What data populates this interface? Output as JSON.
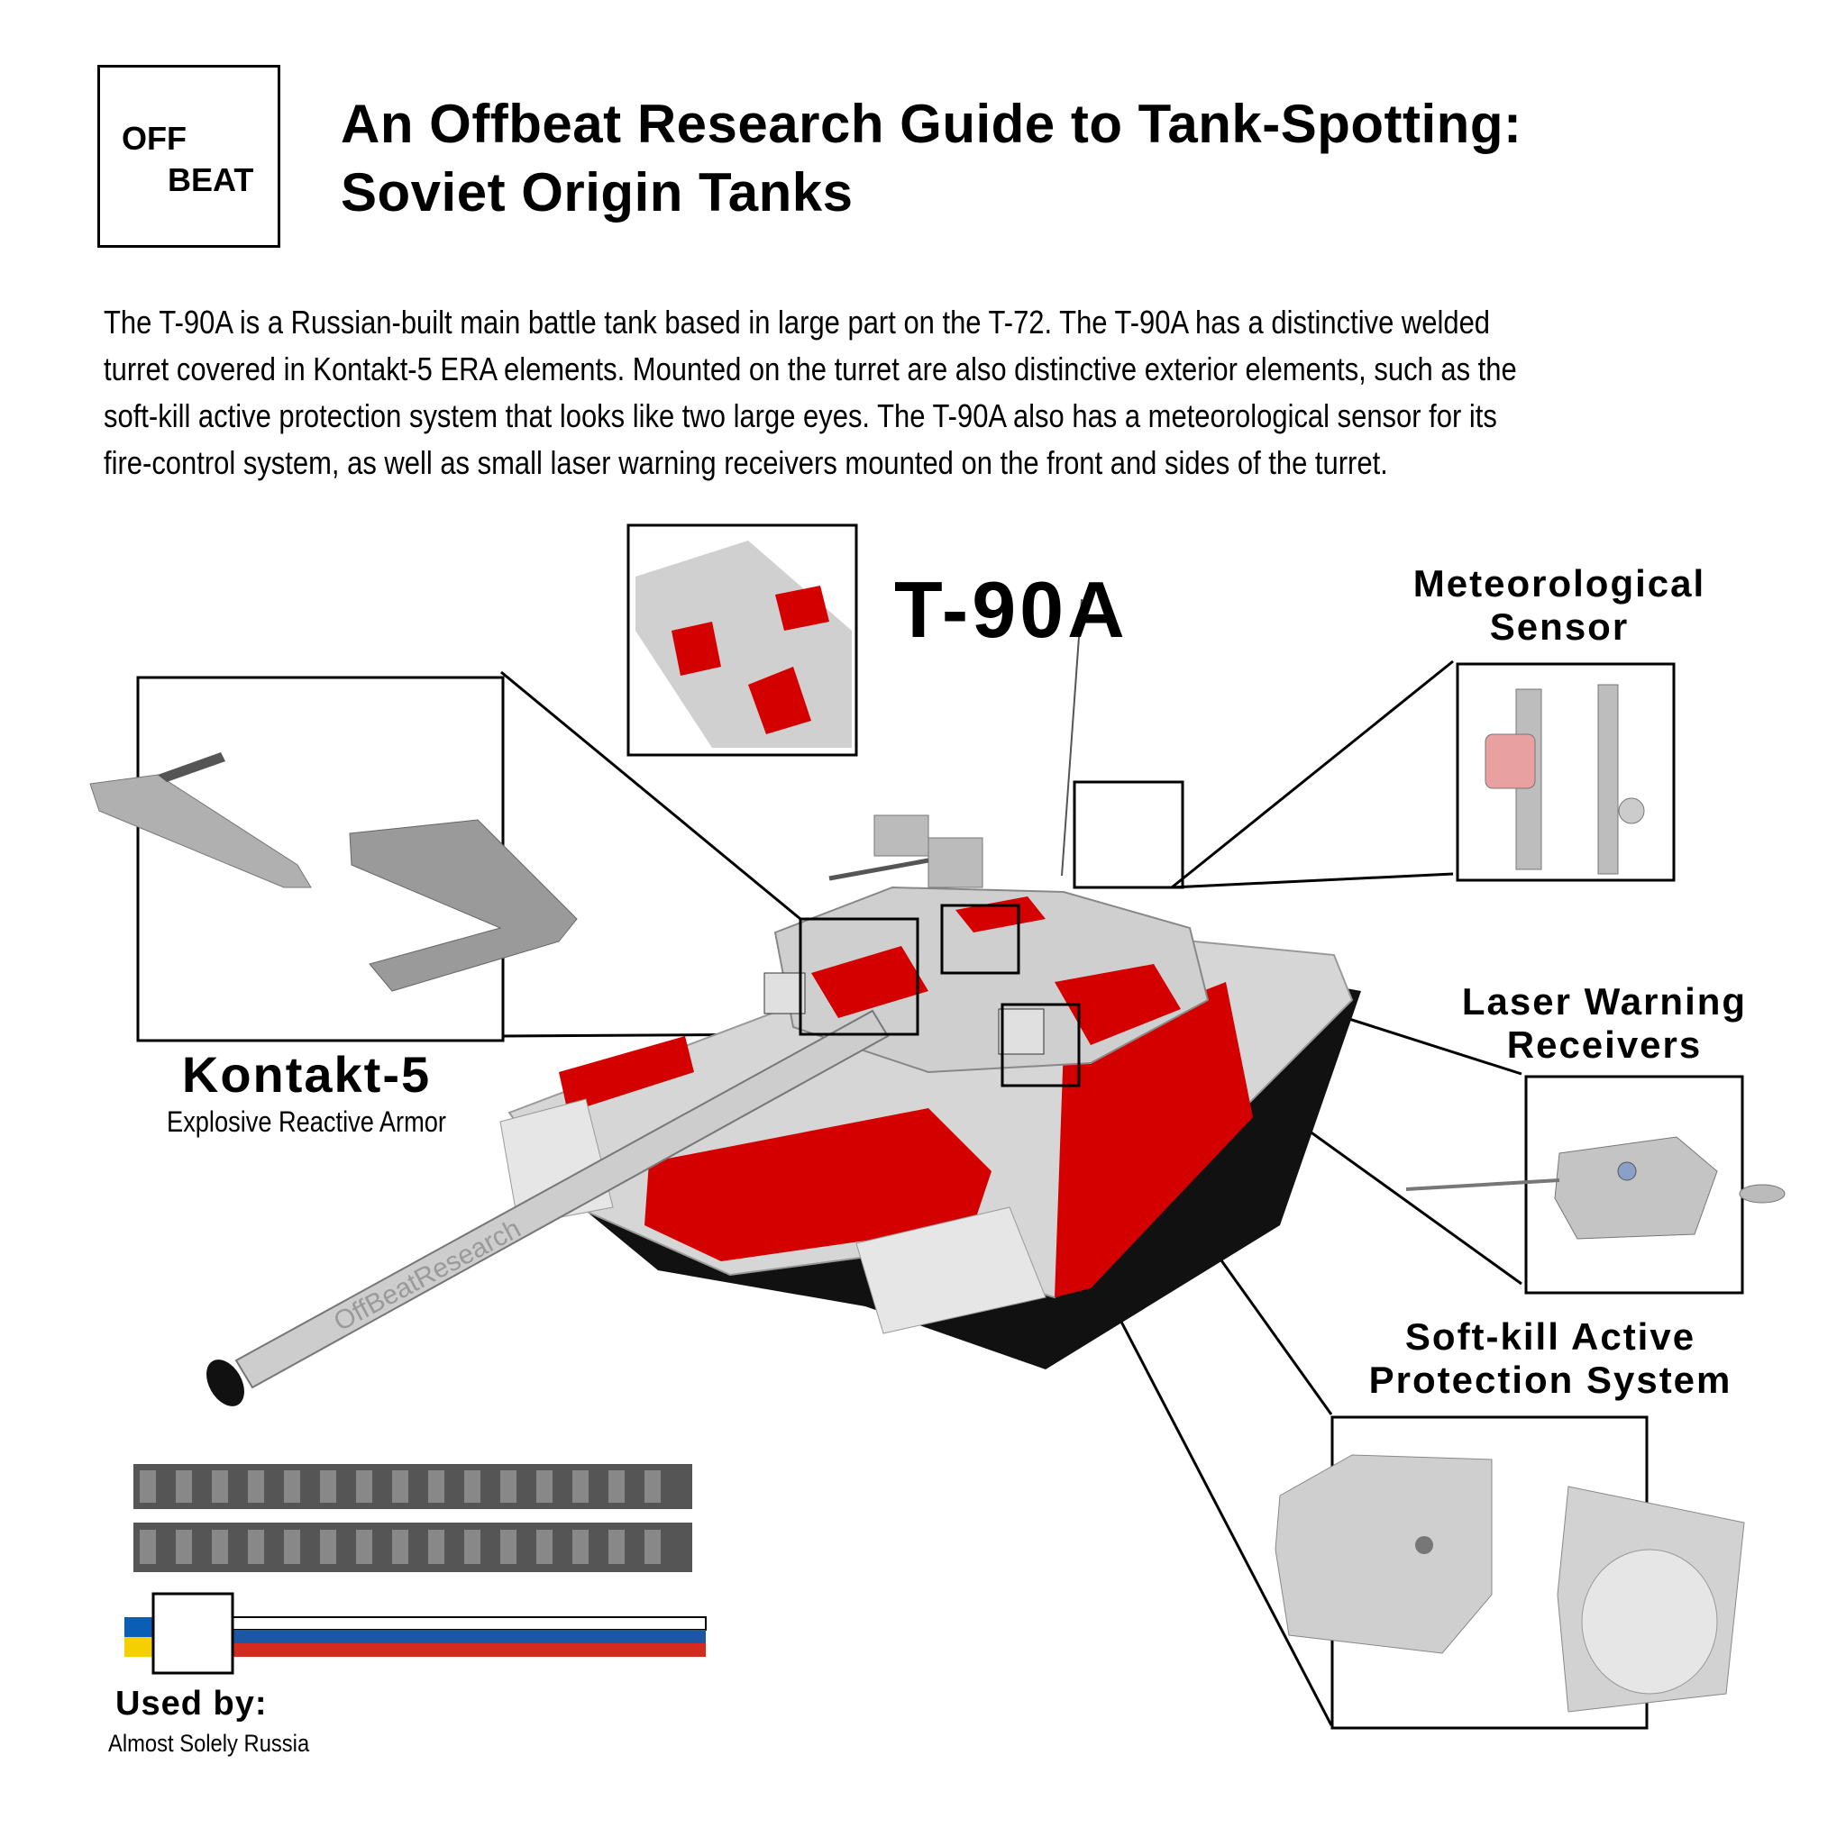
{
  "logo": {
    "line1": "OFF",
    "line2": "BEAT"
  },
  "header": {
    "title_line1": "An Offbeat Research Guide to Tank-Spotting:",
    "title_line2": "Soviet Origin Tanks"
  },
  "description": {
    "line1": "The T-90A is a Russian-built main battle tank based in large part on the T-72. The T-90A has a distinctive welded",
    "line2": "turret covered in Kontakt-5 ERA elements. Mounted on the turret are also distinctive exterior elements, such as the",
    "line3": "soft-kill active protection system that looks like two large eyes. The T-90A also has a meteorological sensor for its",
    "line4": "fire-control system, as well as small laser warning receivers mounted on the front and sides of the turret."
  },
  "tank": {
    "name": "T-90A",
    "watermark": "OffBeatResearch"
  },
  "callouts": {
    "kontakt": {
      "title": "Kontakt-5",
      "subtitle": "Explosive Reactive Armor"
    },
    "meteo": {
      "line1": "Meteorological",
      "line2": "Sensor"
    },
    "laser": {
      "line1": "Laser Warning",
      "line2": "Receivers"
    },
    "softkill": {
      "line1": "Soft-kill Active",
      "line2": "Protection System"
    }
  },
  "used_by": {
    "label": "Used by:",
    "value": "Almost Solely Russia"
  },
  "colors": {
    "era_red": "#d40000",
    "flag_blue": "#1c57a5",
    "flag_red": "#d52b1e",
    "ua_yellow": "#f5d000",
    "ua_blue": "#0a5fb4"
  }
}
